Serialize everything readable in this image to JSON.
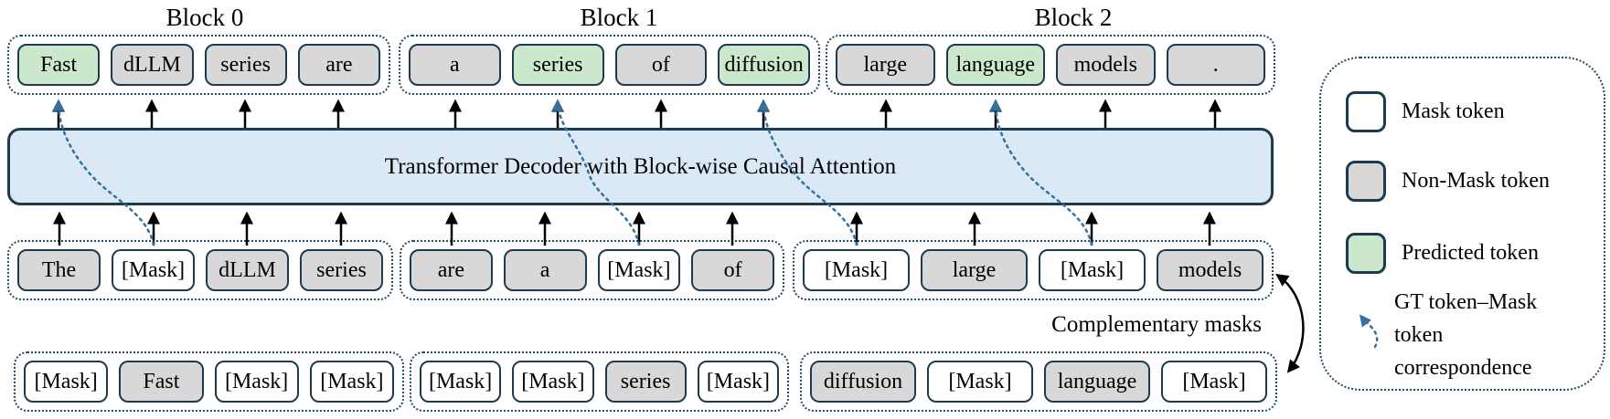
{
  "blocks": [
    {
      "label": "Block 0"
    },
    {
      "label": "Block 1"
    },
    {
      "label": "Block 2"
    }
  ],
  "decoder": {
    "label": "Transformer Decoder with Block-wise Causal Attention"
  },
  "complementary_label": "Complementary masks",
  "rows": {
    "output": {
      "blocks": [
        {
          "tokens": [
            {
              "label": "Fast",
              "type": "predicted"
            },
            {
              "label": "dLLM",
              "type": "non-mask"
            },
            {
              "label": "series",
              "type": "non-mask"
            },
            {
              "label": "are",
              "type": "non-mask"
            }
          ]
        },
        {
          "tokens": [
            {
              "label": "a",
              "type": "non-mask"
            },
            {
              "label": "series",
              "type": "predicted"
            },
            {
              "label": "of",
              "type": "non-mask"
            },
            {
              "label": "diffusion",
              "type": "predicted"
            }
          ]
        },
        {
          "tokens": [
            {
              "label": "large",
              "type": "non-mask"
            },
            {
              "label": "language",
              "type": "predicted"
            },
            {
              "label": "models",
              "type": "non-mask"
            },
            {
              "label": ".",
              "type": "non-mask"
            }
          ]
        }
      ]
    },
    "input": {
      "blocks": [
        {
          "tokens": [
            {
              "label": "The",
              "type": "non-mask"
            },
            {
              "label": "[Mask]",
              "type": "mask"
            },
            {
              "label": "dLLM",
              "type": "non-mask"
            },
            {
              "label": "series",
              "type": "non-mask"
            }
          ]
        },
        {
          "tokens": [
            {
              "label": "are",
              "type": "non-mask"
            },
            {
              "label": "a",
              "type": "non-mask"
            },
            {
              "label": "[Mask]",
              "type": "mask"
            },
            {
              "label": "of",
              "type": "non-mask"
            }
          ]
        },
        {
          "tokens": [
            {
              "label": "[Mask]",
              "type": "mask"
            },
            {
              "label": "large",
              "type": "non-mask"
            },
            {
              "label": "[Mask]",
              "type": "mask"
            },
            {
              "label": "models",
              "type": "non-mask"
            }
          ]
        }
      ]
    },
    "complementary": {
      "blocks": [
        {
          "tokens": [
            {
              "label": "[Mask]",
              "type": "mask"
            },
            {
              "label": "Fast",
              "type": "non-mask"
            },
            {
              "label": "[Mask]",
              "type": "mask"
            },
            {
              "label": "[Mask]",
              "type": "mask"
            }
          ]
        },
        {
          "tokens": [
            {
              "label": "[Mask]",
              "type": "mask"
            },
            {
              "label": "[Mask]",
              "type": "mask"
            },
            {
              "label": "series",
              "type": "non-mask"
            },
            {
              "label": "[Mask]",
              "type": "mask"
            }
          ]
        },
        {
          "tokens": [
            {
              "label": "diffusion",
              "type": "non-mask"
            },
            {
              "label": "[Mask]",
              "type": "mask"
            },
            {
              "label": "language",
              "type": "non-mask"
            },
            {
              "label": "[Mask]",
              "type": "mask"
            }
          ]
        }
      ]
    }
  },
  "legend": {
    "items": [
      {
        "label": "Mask token",
        "swatch": "mask"
      },
      {
        "label": "Non-Mask token",
        "swatch": "non-mask"
      },
      {
        "label": "Predicted token",
        "swatch": "predicted"
      },
      {
        "label": "GT token–Mask token correspondence",
        "swatch": "gt-arrow"
      }
    ]
  },
  "colors": {
    "mask_fill": "#ffffff",
    "non_mask_fill": "#d8d8d8",
    "predicted_fill": "#cbe8cc",
    "decoder_fill": "#dbe8f6",
    "outline": "#1d3b4f",
    "correspondence_arrow": "#34719e"
  }
}
